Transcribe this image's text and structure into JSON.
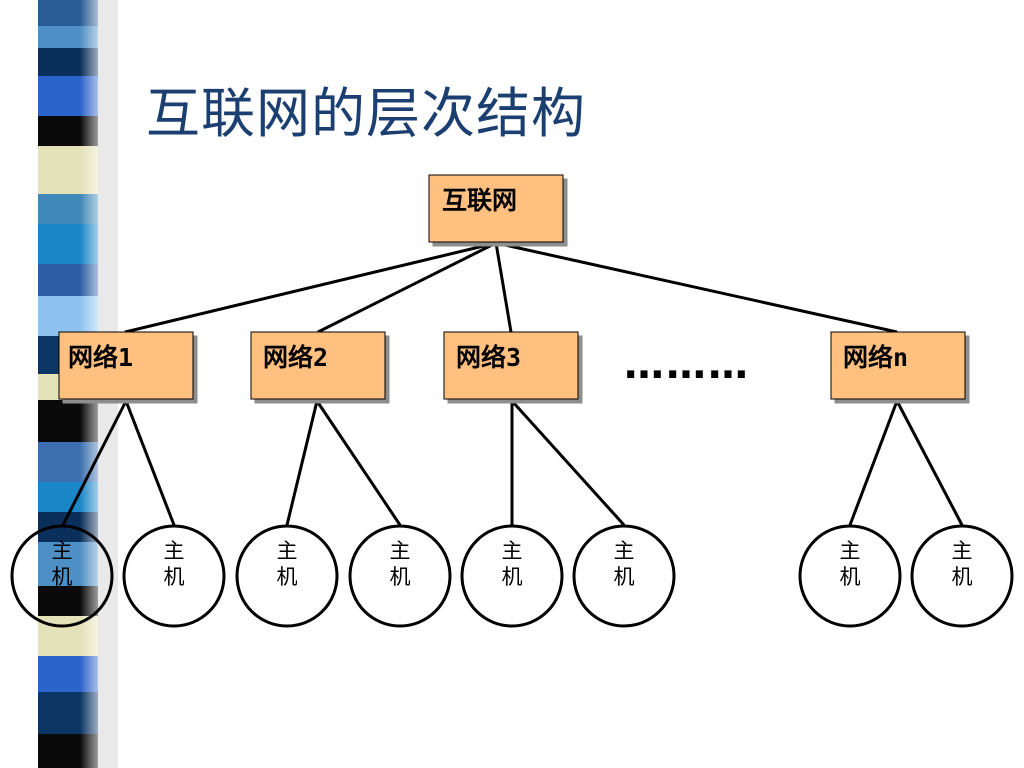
{
  "slide": {
    "title": "互联网的层次结构"
  },
  "diagram": {
    "root": {
      "label": "互联网"
    },
    "networks": [
      {
        "label": "网络1"
      },
      {
        "label": "网络2"
      },
      {
        "label": "网络3"
      },
      {
        "label": "网络n"
      }
    ],
    "ellipsis": "………",
    "hosts": [
      {
        "line1": "主",
        "line2": "机"
      },
      {
        "line1": "主",
        "line2": "机"
      },
      {
        "line1": "主",
        "line2": "机"
      },
      {
        "line1": "主",
        "line2": "机"
      },
      {
        "line1": "主",
        "line2": "机"
      },
      {
        "line1": "主",
        "line2": "机"
      },
      {
        "line1": "主",
        "line2": "机"
      },
      {
        "line1": "主",
        "line2": "机"
      }
    ]
  },
  "colors": {
    "title": "#1c3f72",
    "box_fill": "#ffc080",
    "box_shadow": "#8e8e8e",
    "line": "#000000"
  }
}
